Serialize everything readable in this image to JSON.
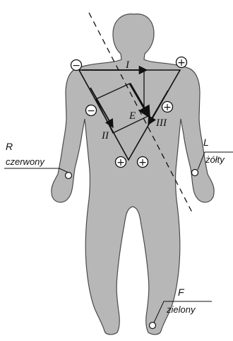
{
  "figure": {
    "lead_labels": {
      "I": "I",
      "II": "II",
      "III": "III"
    },
    "vector_label": "E",
    "electrodes": {
      "R": {
        "letter": "R",
        "color_name": "czerwony"
      },
      "L": {
        "letter": "L",
        "color_name": "żółty"
      },
      "F": {
        "letter": "F",
        "color_name": "zielony"
      }
    },
    "polarity": {
      "minus": "−",
      "plus": "+"
    },
    "colors": {
      "body": "#b7b7b7",
      "outline": "#4a4a4a",
      "line": "#111111"
    }
  }
}
